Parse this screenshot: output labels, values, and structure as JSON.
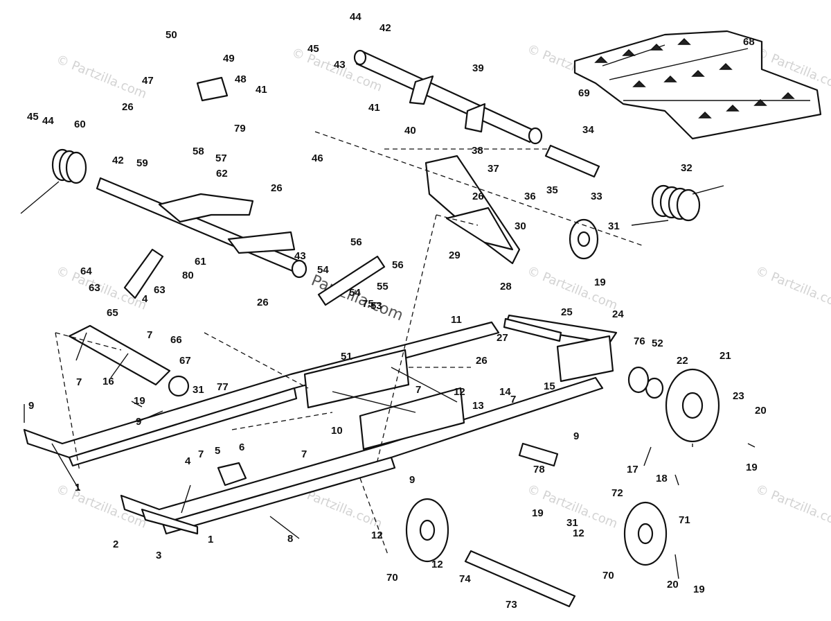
{
  "diagram": {
    "watermark": "© Partzilla.com",
    "center_watermark": "Partzilla.com",
    "callouts": [
      "1",
      "2",
      "3",
      "4",
      "5",
      "6",
      "7",
      "8",
      "9",
      "10",
      "11",
      "12",
      "13",
      "14",
      "15",
      "16",
      "17",
      "18",
      "19",
      "20",
      "21",
      "22",
      "23",
      "24",
      "25",
      "26",
      "27",
      "28",
      "29",
      "30",
      "31",
      "32",
      "33",
      "34",
      "35",
      "36",
      "37",
      "38",
      "39",
      "40",
      "41",
      "42",
      "43",
      "44",
      "45",
      "46",
      "47",
      "48",
      "49",
      "50",
      "51",
      "52",
      "53",
      "54",
      "55",
      "56",
      "57",
      "58",
      "59",
      "60",
      "61",
      "62",
      "63",
      "64",
      "65",
      "66",
      "67",
      "68",
      "69",
      "70",
      "71",
      "72",
      "73",
      "74",
      "75",
      "76",
      "77",
      "78",
      "79",
      "80"
    ]
  }
}
